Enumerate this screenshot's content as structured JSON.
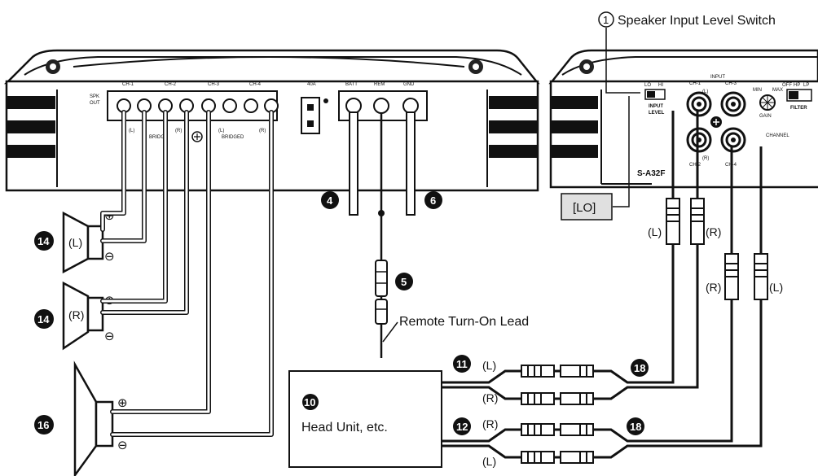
{
  "annotations": {
    "switch_callout_number": "1",
    "switch_callout_text": "Speaker Input Level Switch",
    "lo_label": "[LO]",
    "remote_lead": "Remote Turn-On Lead",
    "head_unit_number": "10",
    "head_unit_text": "Head Unit, etc.",
    "model": "S-A32F"
  },
  "amp_left": {
    "spk_out_line1": "SPK",
    "spk_out_line2": "OUT",
    "channels": [
      "CH-1",
      "CH-2",
      "CH-3",
      "CH-4"
    ],
    "polarity_plus": "+",
    "polarity_minus": "−",
    "fuse": "40A",
    "power_terminals": [
      "BATT",
      "REM",
      "GND"
    ],
    "sub_labels": [
      "(L)",
      "(R)",
      "(L)",
      "(R)"
    ],
    "bridge_label": "BRIDGED",
    "bridge_short": "BRIDGE"
  },
  "amp_right": {
    "input_title": "INPUT",
    "input_ch1": "CH-1",
    "input_ch3": "CH-3",
    "input_ch2": "CH-2",
    "input_ch4": "CH-4",
    "input_L": "(L)",
    "input_R": "(R)",
    "channel_label": "CHANNEL",
    "input_level_line1": "INPUT",
    "input_level_line2": "LEVEL",
    "switch_lo": "LO",
    "switch_hi": "HI",
    "gain": "GAIN",
    "gain_min": "MIN",
    "gain_max": "MAX",
    "filter": "FILTER",
    "filter_opts": [
      "OFF",
      "HP",
      "LP"
    ]
  },
  "badges": {
    "batt": "4",
    "fuse_connector": "5",
    "gnd": "6",
    "rca_front": "11",
    "rca_rear": "12",
    "speaker_front": "14",
    "speaker_rear": "14",
    "subwoofer": "16",
    "extension_top": "18",
    "extension_bottom": "18"
  },
  "speaker_labels": {
    "front": "(L)",
    "rear": "(R)",
    "plus": "⊕",
    "minus": "⊖"
  },
  "rca_labels": {
    "front_top": "(L)",
    "front_bottom": "(R)",
    "rear_top": "(R)",
    "rear_bottom": "(L)",
    "plug_left1": "(L)",
    "plug_left2": "(R)",
    "plug_right1": "(R)",
    "plug_right2": "(L)"
  }
}
